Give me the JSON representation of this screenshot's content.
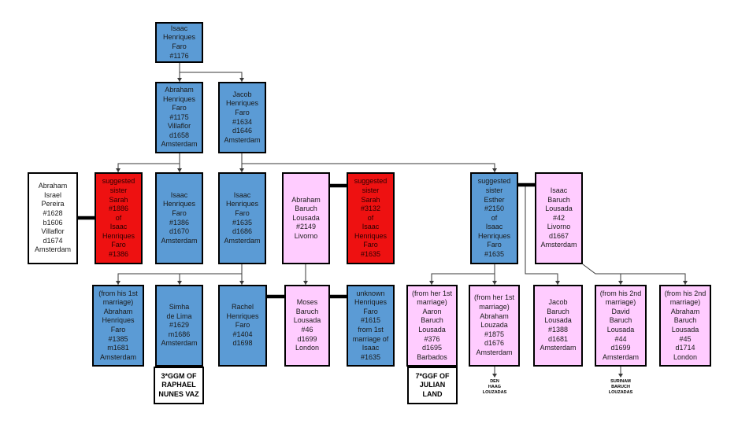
{
  "persons": {
    "isaac_1176": {
      "text": "Isaac\nHenriques\nFaro\n#1176",
      "color": "blue"
    },
    "abraham_1175": {
      "text": "Abraham\nHenriques\nFaro\n#1175\nVillaflor\nd1658\nAmsterdam",
      "color": "blue"
    },
    "jacob_1634": {
      "text": "Jacob\nHenriques\nFaro\n#1634\nd1646\nAmsterdam",
      "color": "blue"
    },
    "abraham_pereira": {
      "text": "Abraham\nIsrael\nPereira\n#1628\nb1606\nVillaflor\nd1674\nAmsterdam",
      "color": "white"
    },
    "sarah_1886": {
      "text": "suggested\nsister\nSarah\n#1886\nof\nIsaac\nHenriques\nFaro\n#1386",
      "color": "red"
    },
    "isaac_1386": {
      "text": "Isaac\nHenriques\nFaro\n#1386\nd1670\nAmsterdam",
      "color": "blue"
    },
    "isaac_1635": {
      "text": "Isaac\nHenriques\nFaro\n#1635\nd1686\nAmsterdam",
      "color": "blue"
    },
    "abraham_lousada_2149": {
      "text": "Abraham\nBaruch\nLousada\n#2149\nLivorno",
      "color": "pink"
    },
    "sarah_3132": {
      "text": "suggested\nsister\nSarah\n#3132\nof\nIsaac\nHenriques\nFaro\n#1635",
      "color": "red"
    },
    "esther_2150": {
      "text": "suggested\nsister\nEsther\n#2150\nof\nIsaac\nHenriques\nFaro\n#1635",
      "color": "blue"
    },
    "isaac_lousada_42": {
      "text": "Isaac\nBaruch\nLousada\n#42\nLivorno\nd1667\nAmsterdam",
      "color": "pink"
    },
    "abraham_1385": {
      "text": "(from his 1st\nmarriage)\nAbraham\nHenriques\nFaro\n#1385\nm1681\nAmsterdam",
      "color": "blue"
    },
    "simha_1629": {
      "text": "Simha\nde Lima\n#1629\nm1686\nAmsterdam",
      "color": "blue"
    },
    "rachel_1404": {
      "text": "Rachel\nHenriques\nFaro\n#1404\nd1698",
      "color": "blue"
    },
    "moses_46": {
      "text": "Moses\nBaruch\nLousada\n#46\nd1699\nLondon",
      "color": "pink"
    },
    "unknown_1615": {
      "text": "unknown\nHenriques\nFaro\n#1615\nfrom 1st\nmarriage of\nIsaac\n#1635",
      "color": "blue"
    },
    "aaron_376": {
      "text": "(from her 1st\nmarriage)\nAaron\nBaruch\nLousada\n#376\nd1695\nBarbados",
      "color": "pink"
    },
    "abraham_1875": {
      "text": "(from her 1st\nmarriage)\nAbraham\nLouzada\n#1875\nd1676\nAmsterdam",
      "color": "pink"
    },
    "jacob_1388": {
      "text": "Jacob\nBaruch\nLousada\n#1388\nd1681\nAmsterdam",
      "color": "pink"
    },
    "david_44": {
      "text": "(from his 2nd\nmarriage)\nDavid\nBaruch\nLousada\n#44\nd1699\nAmsterdam",
      "color": "pink"
    },
    "abraham_45": {
      "text": "(from his 2nd\nmarriage)\nAbraham\nBaruch\nLousada\n#45\nd1714\nLondon",
      "color": "pink"
    }
  },
  "notes": {
    "raphael": "3*GGM OF\nRAPHAEL\nNUNES VAZ",
    "julian": "7*GGF OF\nJULIAN\nLAND"
  },
  "labels": {
    "den_haag": "DEN\nHAAG\nLOUZADAS",
    "surinam": "SURINAM\nBARUCH\nLOUZADAS"
  },
  "colors": {
    "blue": "#5b9bd5",
    "red": "#ee1111",
    "pink": "#ffccff",
    "white": "#ffffff"
  }
}
